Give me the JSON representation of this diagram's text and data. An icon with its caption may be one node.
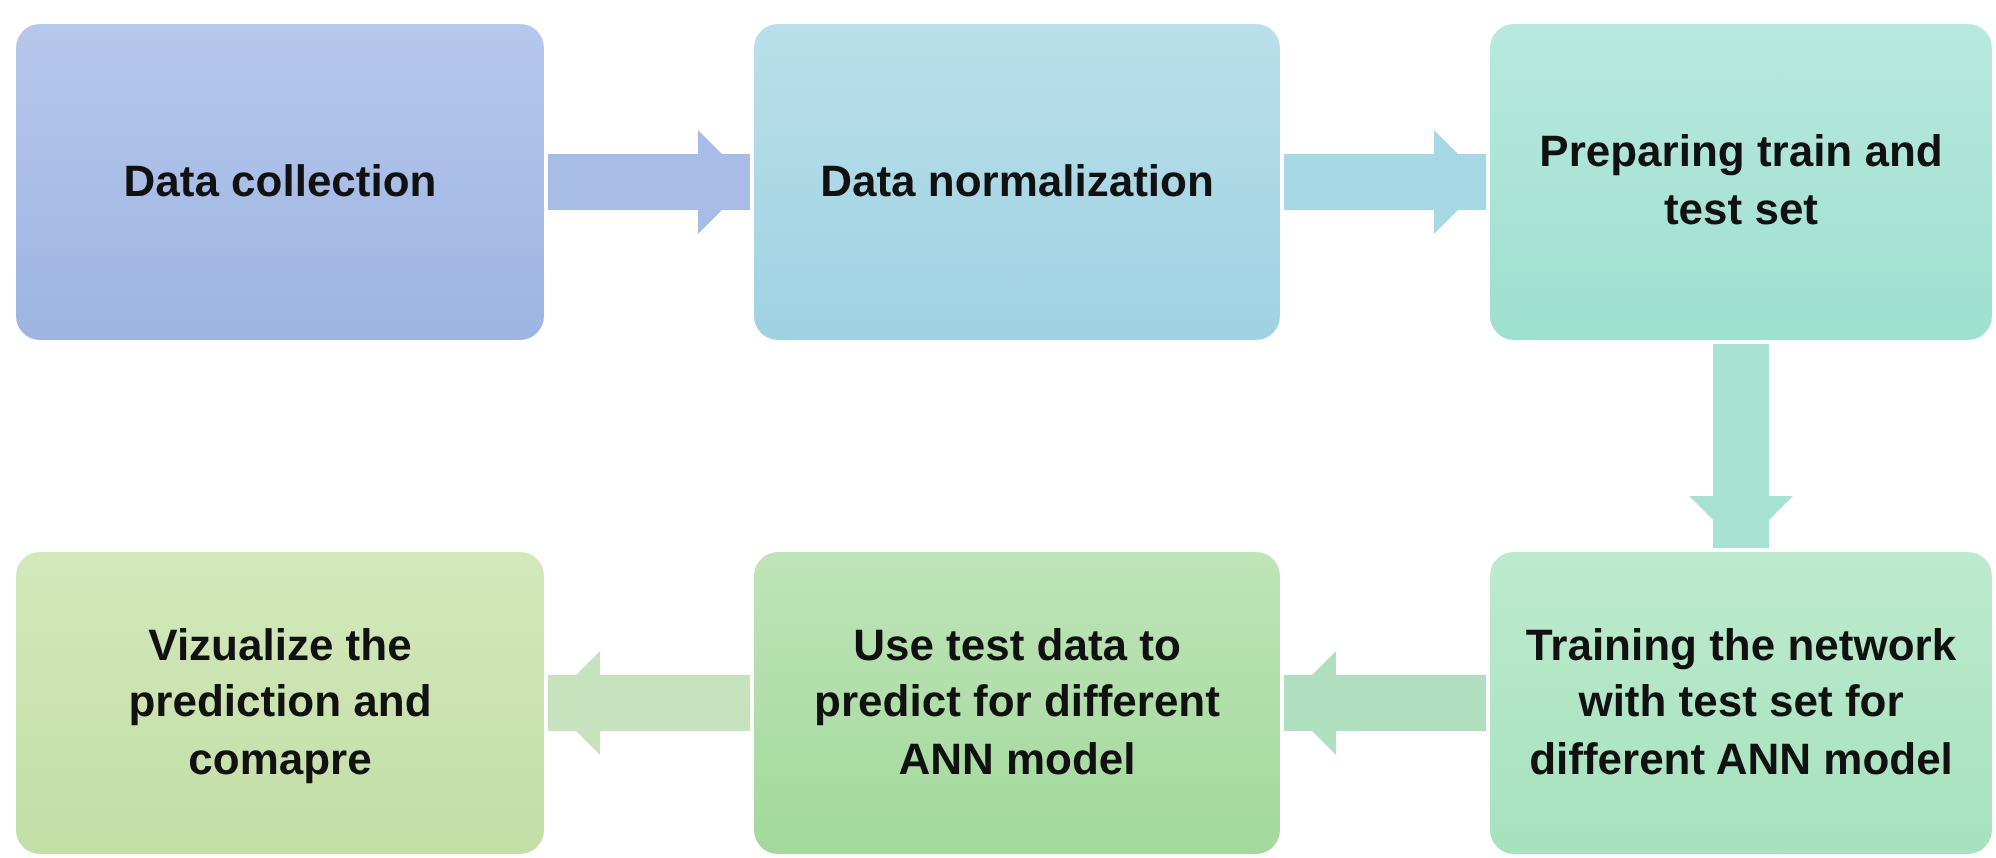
{
  "diagram": {
    "nodes": [
      {
        "text": [
          "Data collection"
        ]
      },
      {
        "text": [
          "Data normalization"
        ]
      },
      {
        "text": [
          "Preparing train and test set"
        ]
      },
      {
        "text": [
          "Training the network with test set for different ANN model"
        ]
      },
      {
        "text": [
          "Use test data to predict for different ANN model"
        ]
      },
      {
        "text": [
          "Vizualize the prediction and comapre"
        ]
      }
    ],
    "edges": [
      {
        "from": 0,
        "to": 1,
        "arrow": "to",
        "color": "#a7bce6"
      },
      {
        "from": 1,
        "to": 2,
        "arrow": "to",
        "color": "#a6d8e6"
      },
      {
        "from": 2,
        "to": 3,
        "arrow": "to",
        "color": "#a8e2d3"
      },
      {
        "from": 3,
        "to": 4,
        "arrow": "to",
        "color": "#b0dfc0"
      },
      {
        "from": 4,
        "to": 5,
        "arrow": "to",
        "color": "#c6e3bd"
      }
    ]
  }
}
